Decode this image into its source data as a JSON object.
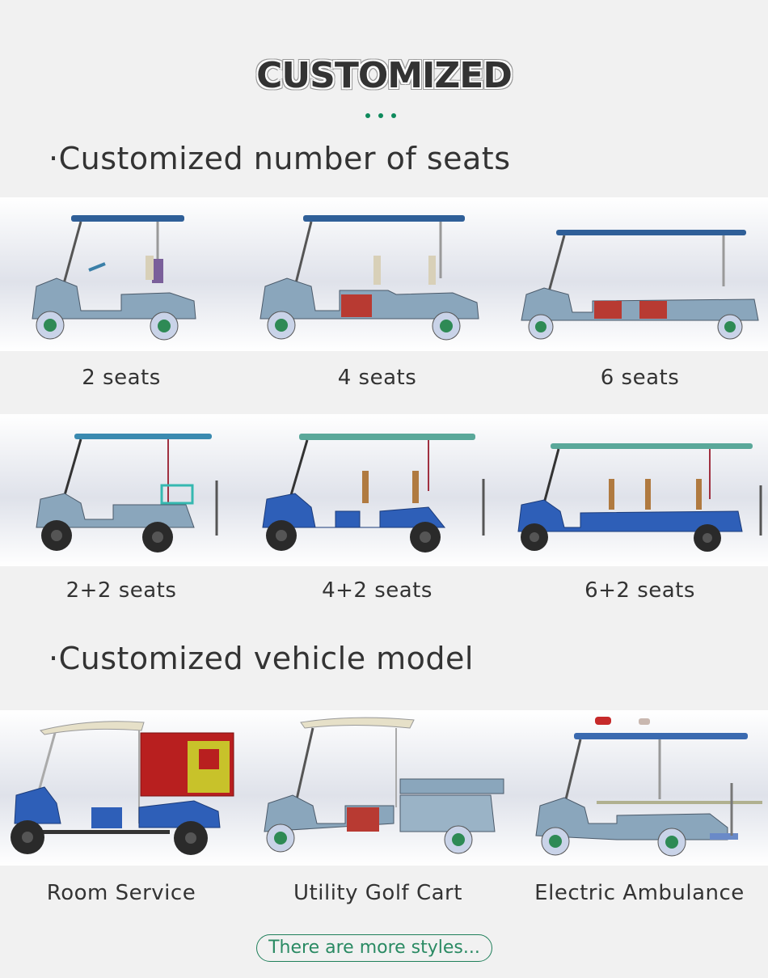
{
  "header": {
    "title": "CUSTOMIZED",
    "accent_color": "#0e8a5c"
  },
  "sections": [
    {
      "heading": "·Customized number of seats",
      "items": [
        {
          "label": "2 seats",
          "image": "golf-cart-2-seats"
        },
        {
          "label": "4 seats",
          "image": "golf-cart-4-seats"
        },
        {
          "label": "6 seats",
          "image": "golf-cart-6-seats"
        },
        {
          "label": "2+2 seats",
          "image": "lifted-golf-cart-2-plus-2-seats"
        },
        {
          "label": "4+2 seats",
          "image": "lifted-golf-cart-4-plus-2-seats"
        },
        {
          "label": "6+2 seats",
          "image": "lifted-golf-cart-6-plus-2-seats"
        }
      ]
    },
    {
      "heading": "·Customized vehicle model",
      "items": [
        {
          "label": "Room Service",
          "image": "room-service-cart"
        },
        {
          "label": "Utility Golf Cart",
          "image": "utility-golf-cart"
        },
        {
          "label": "Electric Ambulance",
          "image": "electric-ambulance-cart"
        }
      ]
    }
  ],
  "footer": {
    "more_button": "There are more styles..."
  }
}
